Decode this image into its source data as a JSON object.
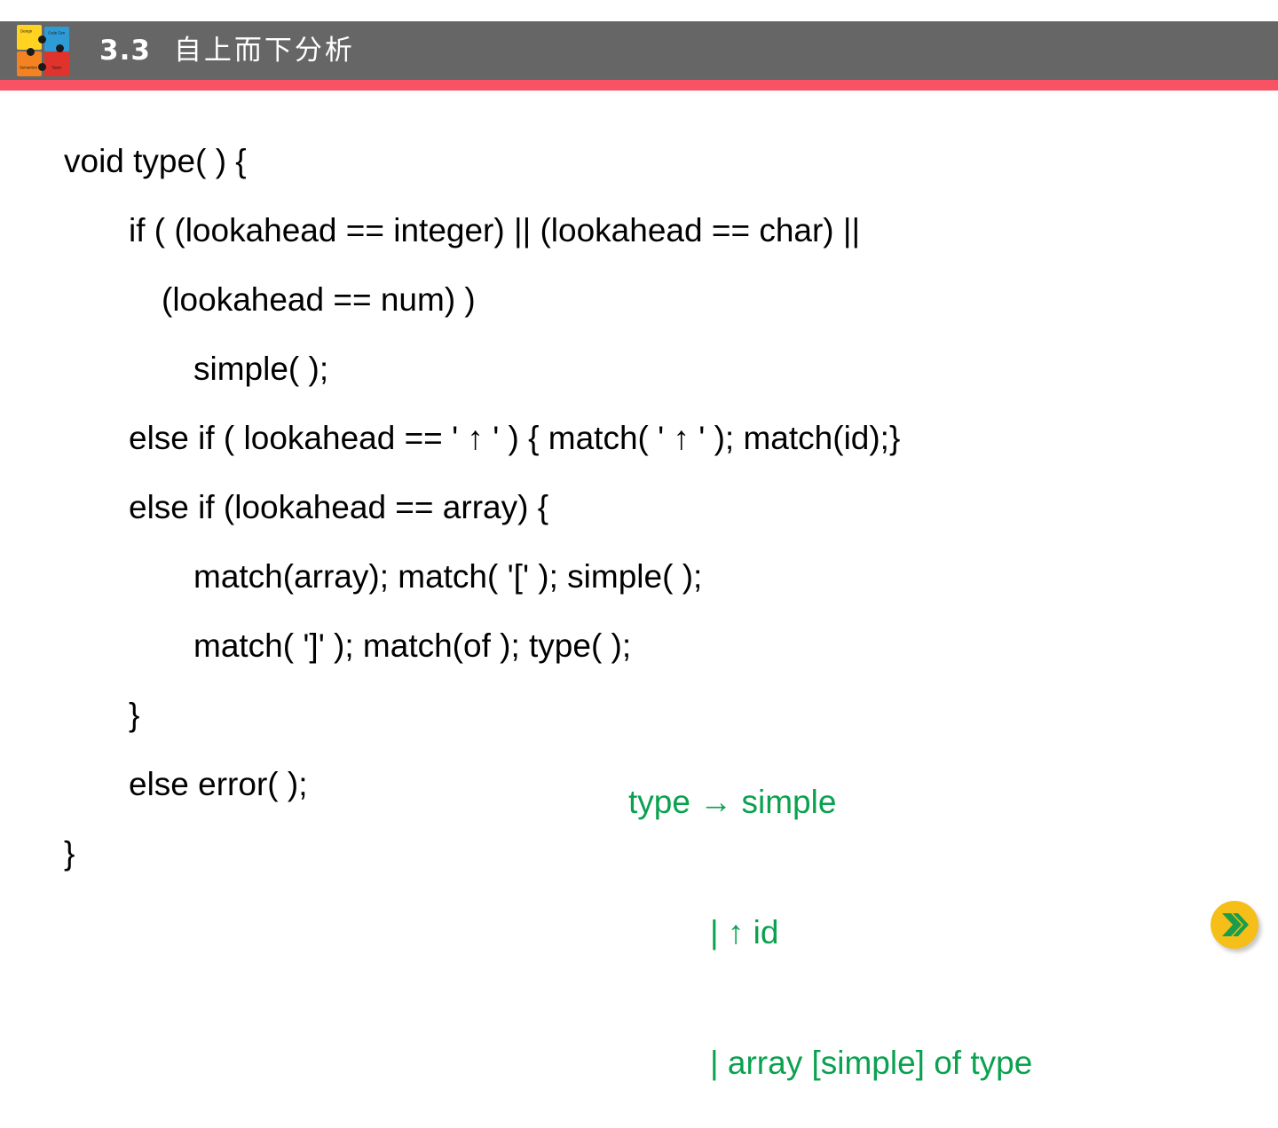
{
  "header": {
    "section_number": "3.3",
    "title_cn": "自上而下分析",
    "logo": {
      "name": "puzzle-logo",
      "pieces": [
        {
          "color": "#FFD320",
          "label": "Design"
        },
        {
          "color": "#2E9BD6",
          "label": "Code Gen"
        },
        {
          "color": "#F58220",
          "label": "Semantics"
        },
        {
          "color": "#E0332B",
          "label": "Types"
        }
      ]
    },
    "bar_color": "#666666",
    "rule_color": "#FA5265"
  },
  "code": {
    "lines": [
      {
        "indent": 0,
        "text": "void type( ) {"
      },
      {
        "indent": 1,
        "text": "if ( (lookahead == integer) || (lookahead == char) ||"
      },
      {
        "indent": 2,
        "text": "(lookahead == num) )"
      },
      {
        "indent": 3,
        "text": "simple( );"
      },
      {
        "indent": 1,
        "text": "else if ( lookahead == ' ↑ ' ) { match( ' ↑ ' ); match(id);}"
      },
      {
        "indent": 1,
        "text": "else if (lookahead == array) {"
      },
      {
        "indent": 3,
        "text": "match(array); match( '[' ); simple( );"
      },
      {
        "indent": 3,
        "text": "match( ']' ); match(of ); type( );"
      },
      {
        "indent": 1,
        "text": "}"
      },
      {
        "indent": 1,
        "text": "else error( );"
      },
      {
        "indent": 0,
        "text": "}"
      }
    ]
  },
  "grammar": {
    "color": "#0AA14F",
    "lines": [
      {
        "indent": 0,
        "text": "type → simple"
      },
      {
        "indent": 1,
        "text": "| ↑ id"
      },
      {
        "indent": 1,
        "text": "| array [simple] of type"
      }
    ]
  },
  "next_button": {
    "name": "next-slide-button",
    "fill": "#F5BE19",
    "chevron_color": "#1A9E4B"
  }
}
